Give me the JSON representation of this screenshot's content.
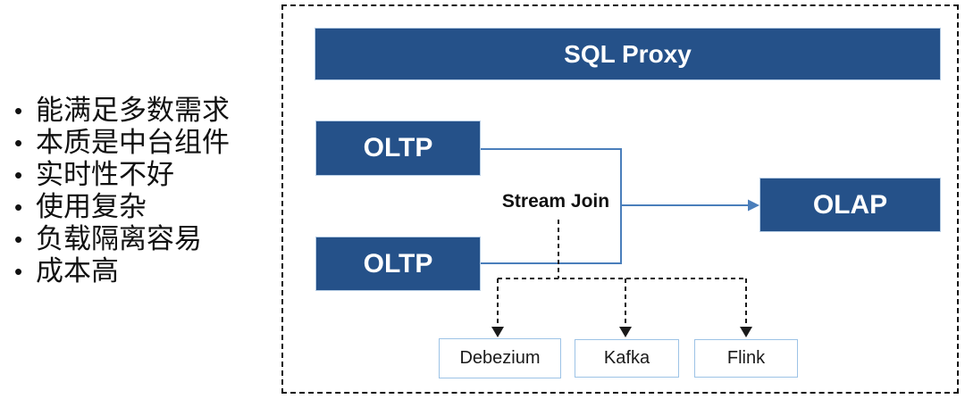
{
  "notes": {
    "items": [
      "能满足多数需求",
      "本质是中台组件",
      "实时性不好",
      "使用复杂",
      "负载隔离容易",
      "成本高"
    ]
  },
  "diagram": {
    "nodes": {
      "sql_proxy": {
        "label": "SQL Proxy"
      },
      "oltp_top": {
        "label": "OLTP"
      },
      "oltp_bottom": {
        "label": "OLTP"
      },
      "olap": {
        "label": "OLAP"
      },
      "stream_join": {
        "label": "Stream Join"
      }
    },
    "tools": [
      "Debezium",
      "Kafka",
      "Flink"
    ],
    "colors": {
      "node_fill": "#255189",
      "node_text": "#ffffff",
      "connector_blue": "#4A7EBB",
      "tool_border": "#9DC3E6",
      "dashed_line": "#1a1a1a",
      "notes_text": "#111111"
    }
  }
}
